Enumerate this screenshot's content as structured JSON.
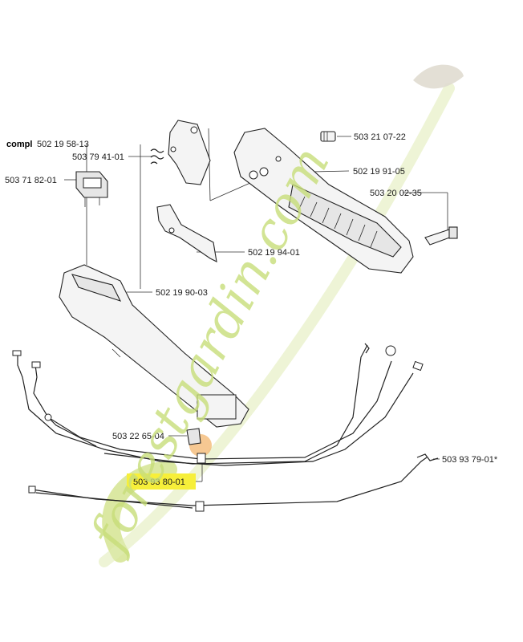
{
  "diagram": {
    "compl_prefix": "compl",
    "compl_number": "502 19 58-13",
    "parts": [
      {
        "id": "p1",
        "number": "503 79 41-01"
      },
      {
        "id": "p2",
        "number": "503 71 82-01"
      },
      {
        "id": "p3",
        "number": "503 21 07-22"
      },
      {
        "id": "p4",
        "number": "502 19 91-05"
      },
      {
        "id": "p5",
        "number": "503 20 02-35"
      },
      {
        "id": "p6",
        "number": "502 19 94-01"
      },
      {
        "id": "p7",
        "number": "502 19 90-03"
      },
      {
        "id": "p8",
        "number": "503 22 65-04"
      },
      {
        "id": "p9",
        "number": "503 93 79-01*"
      },
      {
        "id": "p10",
        "number": "503 93 80-01"
      }
    ],
    "highlight_color": "#f7ef3a"
  },
  "watermark": {
    "text": "forestgardin.com",
    "color_main": "#c8de7a",
    "color_accent": "#f0a24a"
  }
}
